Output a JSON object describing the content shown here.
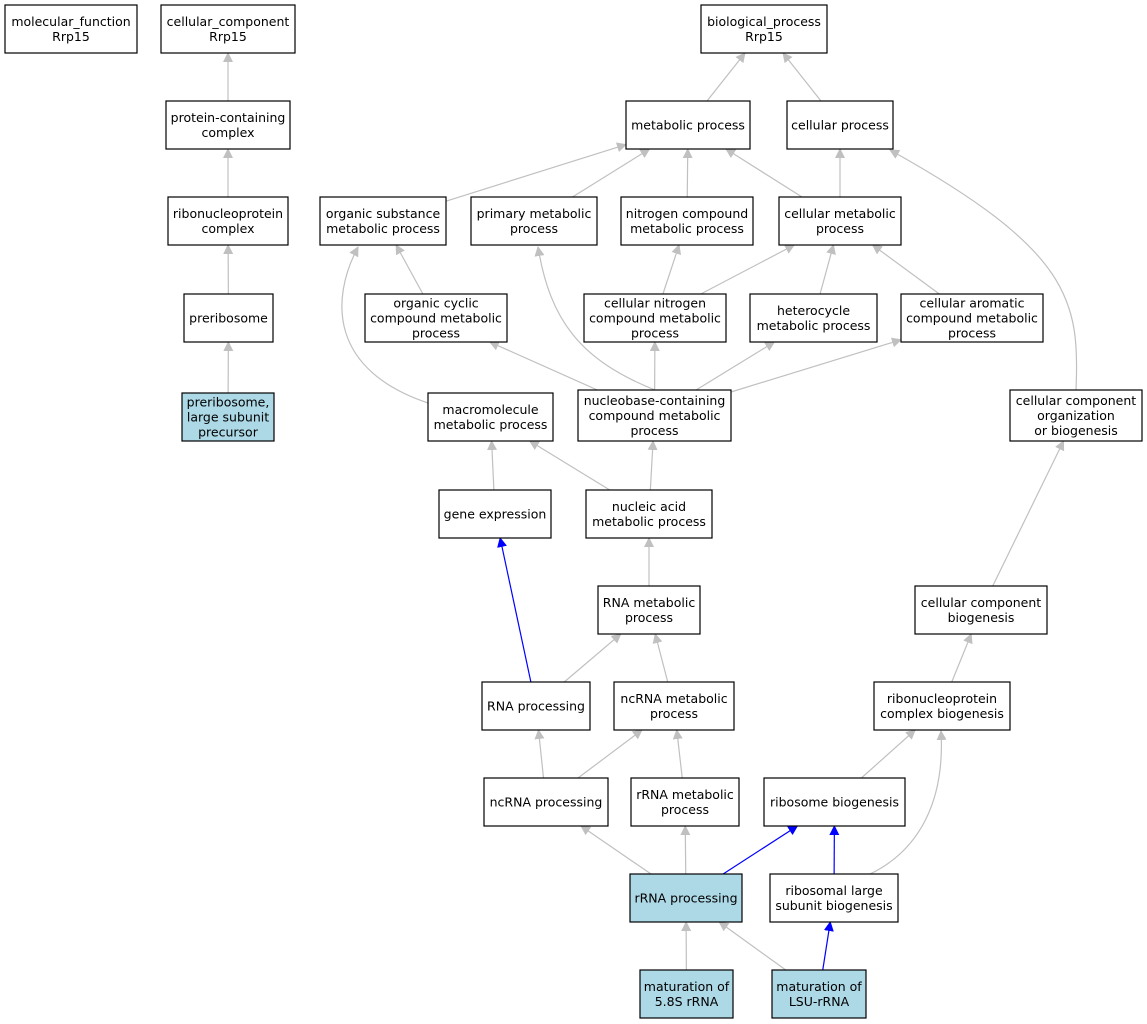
{
  "colors": {
    "highlight_fill": "#add8e6",
    "default_fill": "#ffffff",
    "regular_edge": "#c0c0c0",
    "emphasis_edge": "#0000ff"
  },
  "nodes": [
    {
      "id": "molecular_function",
      "lines": [
        "molecular_function",
        "Rrp15"
      ],
      "highlight": false
    },
    {
      "id": "cellular_component",
      "lines": [
        "cellular_component",
        "Rrp15"
      ],
      "highlight": false
    },
    {
      "id": "biological_process",
      "lines": [
        "biological_process",
        "Rrp15"
      ],
      "highlight": false
    },
    {
      "id": "protein_containing_complex",
      "lines": [
        "protein-containing",
        "complex"
      ],
      "highlight": false
    },
    {
      "id": "metabolic_process",
      "lines": [
        "metabolic process"
      ],
      "highlight": false
    },
    {
      "id": "cellular_process",
      "lines": [
        "cellular process"
      ],
      "highlight": false
    },
    {
      "id": "ribonucleoprotein_complex",
      "lines": [
        "ribonucleoprotein",
        "complex"
      ],
      "highlight": false
    },
    {
      "id": "organic_substance_metabolic_process",
      "lines": [
        "organic substance",
        "metabolic process"
      ],
      "highlight": false
    },
    {
      "id": "primary_metabolic_process",
      "lines": [
        "primary metabolic",
        "process"
      ],
      "highlight": false
    },
    {
      "id": "nitrogen_compound_metabolic_process",
      "lines": [
        "nitrogen compound",
        "metabolic process"
      ],
      "highlight": false
    },
    {
      "id": "cellular_metabolic_process",
      "lines": [
        "cellular metabolic",
        "process"
      ],
      "highlight": false
    },
    {
      "id": "preribosome",
      "lines": [
        "preribosome"
      ],
      "highlight": false
    },
    {
      "id": "organic_cyclic_compound_metabolic_process",
      "lines": [
        "organic cyclic",
        "compound metabolic",
        "process"
      ],
      "highlight": false
    },
    {
      "id": "cellular_nitrogen_compound_metabolic_process",
      "lines": [
        "cellular nitrogen",
        "compound metabolic",
        "process"
      ],
      "highlight": false
    },
    {
      "id": "heterocycle_metabolic_process",
      "lines": [
        "heterocycle",
        "metabolic process"
      ],
      "highlight": false
    },
    {
      "id": "cellular_aromatic_compound_metabolic_process",
      "lines": [
        "cellular aromatic",
        "compound metabolic",
        "process"
      ],
      "highlight": false
    },
    {
      "id": "preribosome_large_subunit_precursor",
      "lines": [
        "preribosome,",
        "large subunit",
        "precursor"
      ],
      "highlight": true
    },
    {
      "id": "macromolecule_metabolic_process",
      "lines": [
        "macromolecule",
        "metabolic process"
      ],
      "highlight": false
    },
    {
      "id": "nucleobase_containing_compound_metabolic_process",
      "lines": [
        "nucleobase-containing",
        "compound metabolic",
        "process"
      ],
      "highlight": false
    },
    {
      "id": "cellular_component_organization_or_biogenesis",
      "lines": [
        "cellular component",
        "organization",
        "or biogenesis"
      ],
      "highlight": false
    },
    {
      "id": "gene_expression",
      "lines": [
        "gene expression"
      ],
      "highlight": false
    },
    {
      "id": "nucleic_acid_metabolic_process",
      "lines": [
        "nucleic acid",
        "metabolic process"
      ],
      "highlight": false
    },
    {
      "id": "rna_metabolic_process",
      "lines": [
        "RNA metabolic",
        "process"
      ],
      "highlight": false
    },
    {
      "id": "cellular_component_biogenesis",
      "lines": [
        "cellular component",
        "biogenesis"
      ],
      "highlight": false
    },
    {
      "id": "rna_processing",
      "lines": [
        "RNA processing"
      ],
      "highlight": false
    },
    {
      "id": "ncrna_metabolic_process",
      "lines": [
        "ncRNA metabolic",
        "process"
      ],
      "highlight": false
    },
    {
      "id": "ribonucleoprotein_complex_biogenesis",
      "lines": [
        "ribonucleoprotein",
        "complex biogenesis"
      ],
      "highlight": false
    },
    {
      "id": "ncrna_processing",
      "lines": [
        "ncRNA processing"
      ],
      "highlight": false
    },
    {
      "id": "rrna_metabolic_process",
      "lines": [
        "rRNA metabolic",
        "process"
      ],
      "highlight": false
    },
    {
      "id": "ribosome_biogenesis",
      "lines": [
        "ribosome biogenesis"
      ],
      "highlight": false
    },
    {
      "id": "rrna_processing",
      "lines": [
        "rRNA processing"
      ],
      "highlight": true
    },
    {
      "id": "ribosomal_large_subunit_biogenesis",
      "lines": [
        "ribosomal large",
        "subunit biogenesis"
      ],
      "highlight": false
    },
    {
      "id": "maturation_of_5_8s_rrna",
      "lines": [
        "maturation of",
        "5.8S rRNA"
      ],
      "highlight": true
    },
    {
      "id": "maturation_of_lsu_rrna",
      "lines": [
        "maturation of",
        "LSU-rRNA"
      ],
      "highlight": true
    }
  ],
  "edges": [
    {
      "from": "protein_containing_complex",
      "to": "cellular_component",
      "emphasis": false
    },
    {
      "from": "ribonucleoprotein_complex",
      "to": "protein_containing_complex",
      "emphasis": false
    },
    {
      "from": "preribosome",
      "to": "ribonucleoprotein_complex",
      "emphasis": false
    },
    {
      "from": "preribosome_large_subunit_precursor",
      "to": "preribosome",
      "emphasis": false
    },
    {
      "from": "metabolic_process",
      "to": "biological_process",
      "emphasis": false
    },
    {
      "from": "cellular_process",
      "to": "biological_process",
      "emphasis": false
    },
    {
      "from": "organic_substance_metabolic_process",
      "to": "metabolic_process",
      "emphasis": false
    },
    {
      "from": "primary_metabolic_process",
      "to": "metabolic_process",
      "emphasis": false
    },
    {
      "from": "nitrogen_compound_metabolic_process",
      "to": "metabolic_process",
      "emphasis": false
    },
    {
      "from": "cellular_metabolic_process",
      "to": "metabolic_process",
      "emphasis": false
    },
    {
      "from": "cellular_metabolic_process",
      "to": "cellular_process",
      "emphasis": false
    },
    {
      "from": "cellular_component_organization_or_biogenesis",
      "to": "cellular_process",
      "emphasis": false
    },
    {
      "from": "organic_cyclic_compound_metabolic_process",
      "to": "organic_substance_metabolic_process",
      "emphasis": false
    },
    {
      "from": "macromolecule_metabolic_process",
      "to": "organic_substance_metabolic_process",
      "emphasis": false
    },
    {
      "from": "nucleobase_containing_compound_metabolic_process",
      "to": "primary_metabolic_process",
      "emphasis": false
    },
    {
      "from": "cellular_nitrogen_compound_metabolic_process",
      "to": "nitrogen_compound_metabolic_process",
      "emphasis": false
    },
    {
      "from": "cellular_nitrogen_compound_metabolic_process",
      "to": "cellular_metabolic_process",
      "emphasis": false
    },
    {
      "from": "heterocycle_metabolic_process",
      "to": "cellular_metabolic_process",
      "emphasis": false
    },
    {
      "from": "cellular_aromatic_compound_metabolic_process",
      "to": "cellular_metabolic_process",
      "emphasis": false
    },
    {
      "from": "nucleobase_containing_compound_metabolic_process",
      "to": "organic_cyclic_compound_metabolic_process",
      "emphasis": false
    },
    {
      "from": "nucleobase_containing_compound_metabolic_process",
      "to": "cellular_nitrogen_compound_metabolic_process",
      "emphasis": false
    },
    {
      "from": "nucleobase_containing_compound_metabolic_process",
      "to": "heterocycle_metabolic_process",
      "emphasis": false
    },
    {
      "from": "nucleobase_containing_compound_metabolic_process",
      "to": "cellular_aromatic_compound_metabolic_process",
      "emphasis": false
    },
    {
      "from": "gene_expression",
      "to": "macromolecule_metabolic_process",
      "emphasis": false
    },
    {
      "from": "nucleic_acid_metabolic_process",
      "to": "macromolecule_metabolic_process",
      "emphasis": false
    },
    {
      "from": "nucleic_acid_metabolic_process",
      "to": "nucleobase_containing_compound_metabolic_process",
      "emphasis": false
    },
    {
      "from": "rna_metabolic_process",
      "to": "nucleic_acid_metabolic_process",
      "emphasis": false
    },
    {
      "from": "rna_processing",
      "to": "gene_expression",
      "emphasis": true
    },
    {
      "from": "rna_processing",
      "to": "rna_metabolic_process",
      "emphasis": false
    },
    {
      "from": "ncrna_metabolic_process",
      "to": "rna_metabolic_process",
      "emphasis": false
    },
    {
      "from": "cellular_component_biogenesis",
      "to": "cellular_component_organization_or_biogenesis",
      "emphasis": false
    },
    {
      "from": "ribonucleoprotein_complex_biogenesis",
      "to": "cellular_component_biogenesis",
      "emphasis": false
    },
    {
      "from": "ncrna_processing",
      "to": "rna_processing",
      "emphasis": false
    },
    {
      "from": "ncrna_processing",
      "to": "ncrna_metabolic_process",
      "emphasis": false
    },
    {
      "from": "rrna_metabolic_process",
      "to": "ncrna_metabolic_process",
      "emphasis": false
    },
    {
      "from": "ribosome_biogenesis",
      "to": "ribonucleoprotein_complex_biogenesis",
      "emphasis": false
    },
    {
      "from": "ribosomal_large_subunit_biogenesis",
      "to": "ribonucleoprotein_complex_biogenesis",
      "emphasis": false
    },
    {
      "from": "rrna_processing",
      "to": "ncrna_processing",
      "emphasis": false
    },
    {
      "from": "rrna_processing",
      "to": "rrna_metabolic_process",
      "emphasis": false
    },
    {
      "from": "rrna_processing",
      "to": "ribosome_biogenesis",
      "emphasis": true
    },
    {
      "from": "ribosomal_large_subunit_biogenesis",
      "to": "ribosome_biogenesis",
      "emphasis": true
    },
    {
      "from": "maturation_of_5_8s_rrna",
      "to": "rrna_processing",
      "emphasis": false
    },
    {
      "from": "maturation_of_lsu_rrna",
      "to": "rrna_processing",
      "emphasis": false
    },
    {
      "from": "maturation_of_lsu_rrna",
      "to": "ribosomal_large_subunit_biogenesis",
      "emphasis": true
    }
  ]
}
